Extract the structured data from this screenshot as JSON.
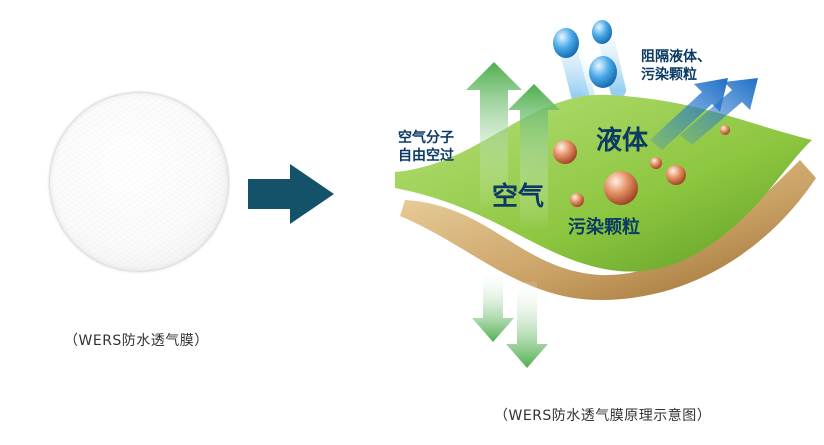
{
  "left_caption": "（WERS防水透气膜）",
  "right_caption": "（WERS防水透气膜原理示意图）",
  "diagram": {
    "air_passes_line1": "空气分子",
    "air_passes_line2": "自由空过",
    "block_line1": "阻隔液体、",
    "block_line2": "污染颗粒",
    "liquid_label": "液体",
    "air_label": "空气",
    "particles_label": "污染颗粒"
  },
  "colors": {
    "arrow_dark_teal": "#14526a",
    "green_layer": "#8cc63f",
    "tan_layer": "#c9a064",
    "air_arrow_green": "#5cb85c",
    "block_arrow_blue": "#2b7bd1",
    "drop_blue": "#49a9e8",
    "particle_orange": "#d9824f",
    "label_navy": "#0b3b63"
  }
}
